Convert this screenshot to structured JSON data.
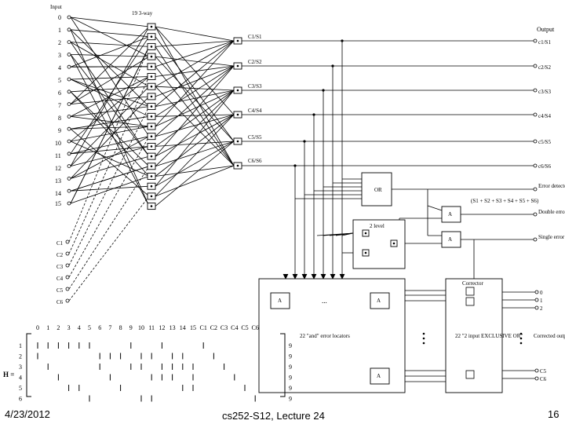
{
  "diagram": {
    "input_label": "Input",
    "fanout_label": "19 3-way",
    "output_label": "Output",
    "inputs": [
      "0",
      "1",
      "2",
      "3",
      "4",
      "5",
      "6",
      "7",
      "8",
      "9",
      "10",
      "11",
      "12",
      "13",
      "14",
      "15"
    ],
    "check_inputs": [
      "C1",
      "C2",
      "C3",
      "C4",
      "C5",
      "C6"
    ],
    "syndrome_gates": [
      "C1/S1",
      "C2/S2",
      "C3/S3",
      "C4/S4",
      "C5/S5",
      "C6/S6"
    ],
    "outputs": [
      "c1/S1",
      "c2/S2",
      "c3/S3",
      "c4/S4",
      "c5/S5",
      "c6/S6"
    ],
    "or_gate_label": "OR",
    "error_detected_label": "Error detected",
    "parity_sum_label": "(S1 + S2 + S3 + S4 + S5 + S6)",
    "double_error_label": "Double error",
    "single_error_label": "Single error",
    "and_gate_label": "A",
    "two_level_label": "2 level",
    "locators_label": "22 \"and\" error locators",
    "corrector_label": "Corrector",
    "xor_label": "22 \"2 input EXCLUSIVE OR\"",
    "corrected_label": "Corrected output",
    "corrected_outputs": [
      "0",
      "1",
      "2",
      "C5",
      "C6"
    ],
    "ellipsis": "...",
    "matrix_label": "H =",
    "matrix_cols": [
      "0",
      "1",
      "2",
      "3",
      "4",
      "5",
      "6",
      "7",
      "8",
      "9",
      "10",
      "11",
      "12",
      "13",
      "14",
      "15",
      "C1",
      "C2",
      "C3",
      "C4",
      "C5",
      "C6"
    ],
    "matrix_rows": [
      "1",
      "2",
      "3",
      "4",
      "5",
      "6"
    ],
    "matrix_row_weights": [
      "9",
      "9",
      "9",
      "9",
      "9",
      "9"
    ]
  },
  "footer": {
    "date": "4/23/2012",
    "course": "cs252-S12, Lecture 24",
    "page": "16"
  }
}
